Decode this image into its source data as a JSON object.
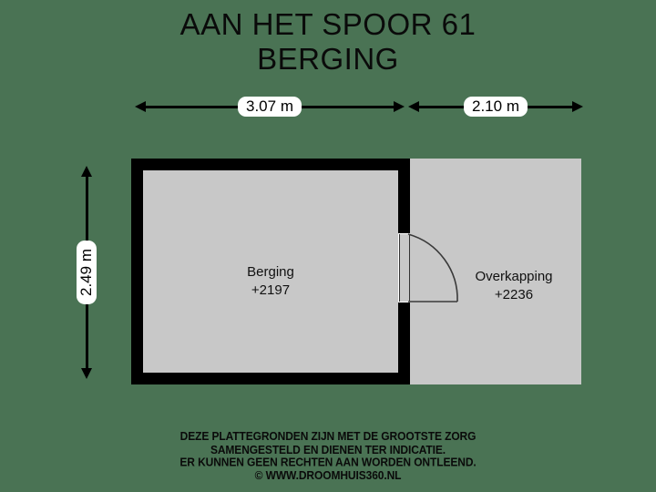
{
  "title": {
    "line1": "AAN HET SPOOR 61",
    "line2": "BERGING"
  },
  "dimensions": {
    "top_left": "3.07 m",
    "top_right": "2.10 m",
    "left_vertical": "2.49 m"
  },
  "rooms": [
    {
      "name": "Berging",
      "height": "+2197"
    },
    {
      "name": "Overkapping",
      "height": "+2236"
    }
  ],
  "footer": {
    "line1": "DEZE PLATTEGRONDEN ZIJN MET DE GROOTSTE ZORG",
    "line2": "SAMENGESTELD EN DIENEN TER INDICATIE.",
    "line3": "ER KUNNEN GEEN RECHTEN AAN WORDEN ONTLEEND.",
    "line4": "© WWW.DROOMHUIS360.NL"
  },
  "colors": {
    "background": "#4a7354",
    "wall": "#000000",
    "floor": "#c8c8c8",
    "text": "#0a0a0a",
    "label_pill": "#ffffff"
  },
  "icons": {
    "door_swing": "door-swing-arc",
    "arrow_left": "arrow-left-icon",
    "arrow_right": "arrow-right-icon",
    "arrow_up": "arrow-up-icon",
    "arrow_down": "arrow-down-icon"
  }
}
